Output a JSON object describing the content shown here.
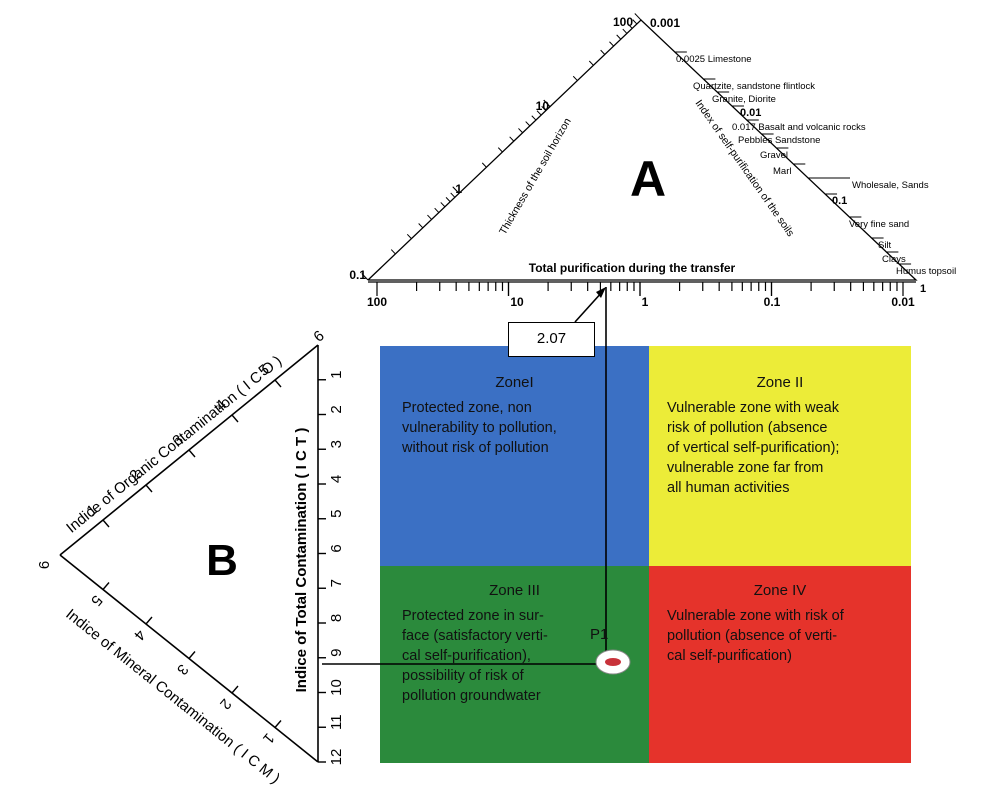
{
  "triangle_a": {
    "letter": "A",
    "base_title": "Total purification during the transfer",
    "left_side_title": "Thickness of the soil horizon",
    "right_side_title": "Index of self-purification of the soils",
    "left_ticks": [
      "0.1",
      "1",
      "10",
      "100"
    ],
    "apex_value": "0.001",
    "bottom_ticks": [
      "100",
      "10",
      "1",
      "0.1",
      "0.01"
    ],
    "right_value_last": "1",
    "materials": [
      "0.0025 Limestone",
      "Quartzite, sandstone flintlock",
      "Granite, Diorite",
      "0.01",
      "0.017 Basalt and volcanic rocks",
      "Pebbles Sandstone",
      "Gravel",
      "Marl",
      "Wholesale, Sands",
      "0.1",
      "Very fine sand",
      "Silt",
      "Clays",
      "Humus topsoil"
    ]
  },
  "value_label": "2.07",
  "triangle_b": {
    "letter": "B",
    "ico_title": "Indice of Organic Contamination ( I C O )",
    "ict_title": "Indice of Total Contamination ( I C T )",
    "icm_title": "Indice of Mineral Contamination ( I C M )",
    "ico_ticks": [
      "1",
      "2",
      "3",
      "4",
      "5",
      "6"
    ],
    "ict_ticks": [
      "1",
      "2",
      "3",
      "4",
      "5",
      "6",
      "7",
      "8",
      "9",
      "10",
      "11",
      "12"
    ],
    "icm_ticks": [
      "5",
      "4",
      "3",
      "2",
      "1"
    ],
    "apex_value": "6"
  },
  "zones": [
    {
      "title": "ZoneI",
      "desc": [
        "Protected zone, non",
        "vulnerability to pollution,",
        "without risk of pollution"
      ],
      "color": "#3b70c4"
    },
    {
      "title": "Zone II",
      "desc": [
        "Vulnerable zone with weak",
        "risk of pollution (absence",
        "of vertical self-purification);",
        "vulnerable zone far from",
        "all human activities"
      ],
      "color": "#ecec38"
    },
    {
      "title": "Zone III",
      "desc": [
        "Protected zone in sur-",
        "face (satisfactory verti-",
        "cal self-purification),",
        "possibility of risk of",
        "pollution groundwater"
      ],
      "color": "#2b8a3c"
    },
    {
      "title": "Zone IV",
      "desc": [
        "Vulnerable zone with risk of",
        "pollution (absence of verti-",
        "cal self-purification)"
      ],
      "color": "#e5332b"
    }
  ],
  "point_label": "P1",
  "colors": {
    "line": "#000000",
    "point_fill": "#ffffff",
    "point_mark": "#c8323a"
  }
}
